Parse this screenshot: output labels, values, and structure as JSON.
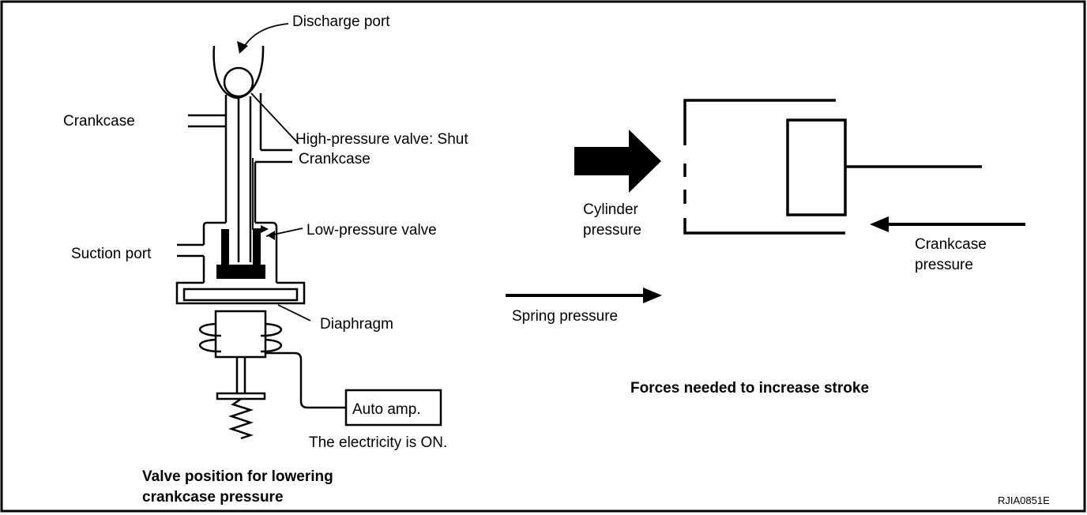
{
  "labels": {
    "discharge_port": "Discharge port",
    "crankcase_left": "Crankcase",
    "high_pressure_valve": "High-pressure valve: Shut",
    "crankcase_right": "Crankcase",
    "low_pressure_valve": "Low-pressure valve",
    "suction_port": "Suction port",
    "diaphragm": "Diaphragm",
    "auto_amp": "Auto amp.",
    "electricity_on": "The electricity is ON.",
    "left_caption_line1": "Valve position for lowering",
    "left_caption_line2": "crankcase pressure",
    "cylinder_pressure_line1": "Cylinder",
    "cylinder_pressure_line2": "pressure",
    "crankcase_pressure_line1": "Crankcase",
    "crankcase_pressure_line2": "pressure",
    "spring_pressure": "Spring pressure",
    "right_caption": "Forces needed to increase stroke",
    "figure_code": "RJIA0851E"
  },
  "colors": {
    "ink": "#000000",
    "background": "#ffffff"
  }
}
